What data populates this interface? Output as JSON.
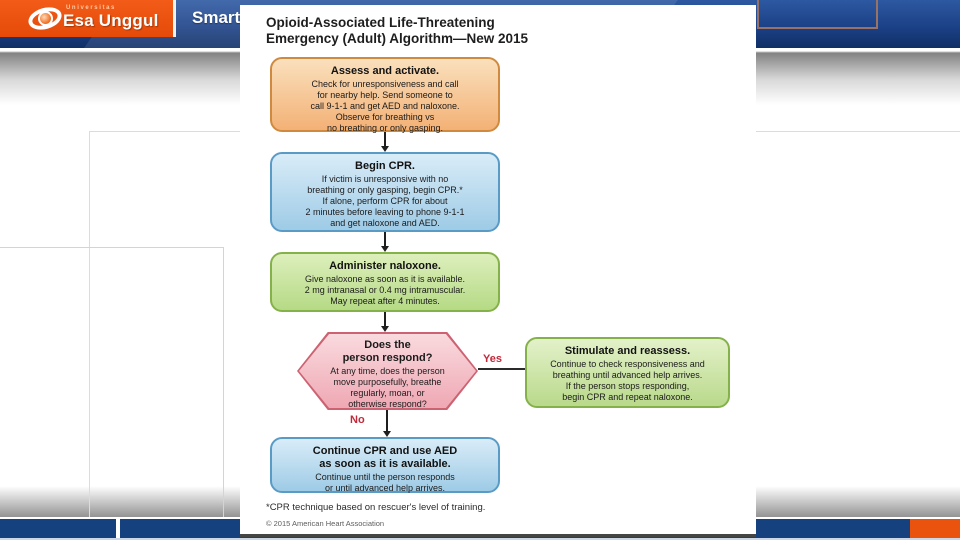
{
  "header": {
    "university_label": "Universitas",
    "brand": "Esa Unggul",
    "slogan_visible": "Smart,"
  },
  "algorithm": {
    "title": [
      "Opioid-Associated Life-Threatening",
      "Emergency (Adult) Algorithm—New 2015"
    ],
    "assess": {
      "title": "Assess and activate.",
      "body": [
        "Check for unresponsiveness and call",
        "for nearby help. Send someone to",
        "call 9-1-1 and get AED and naloxone.",
        "Observe for breathing vs",
        "no breathing or only gasping."
      ]
    },
    "begin_cpr": {
      "title": "Begin CPR.",
      "body": [
        "If victim is unresponsive with no",
        "breathing or only gasping, begin CPR.*",
        "If alone, perform CPR for about",
        "2 minutes before leaving to phone 9-1-1",
        "and get naloxone and AED."
      ]
    },
    "naloxone": {
      "title": "Administer naloxone.",
      "body": [
        "Give naloxone as soon as it is available.",
        "2 mg intranasal or 0.4 mg intramuscular.",
        "May repeat after 4 minutes."
      ]
    },
    "decision": {
      "title": [
        "Does the",
        "person respond?"
      ],
      "body": [
        "At any time, does the person",
        "move purposefully, breathe",
        "regularly, moan, or",
        "otherwise respond?"
      ]
    },
    "yes_label": "Yes",
    "no_label": "No",
    "stimulate": {
      "title": "Stimulate and reassess.",
      "body": [
        "Continue to check responsiveness and",
        "breathing until advanced help arrives.",
        "If the person stops responding,",
        "begin CPR and repeat naloxone."
      ]
    },
    "continue_cpr": {
      "title": [
        "Continue CPR and use AED",
        "as soon as it is available."
      ],
      "body": [
        "Continue until the person responds",
        "or until advanced help arrives."
      ]
    },
    "footnote": "*CPR technique based on rescuer's level of training.",
    "copyright": "© 2015 American Heart Association"
  },
  "colors": {
    "header_blue": "#1c4187",
    "accent_orange": "#e9530e",
    "footer_blue": "#15427f",
    "box_orange_fill": "#f3b176",
    "box_blue_fill": "#9ecbe6",
    "box_green_fill": "#b5da85",
    "box_pink_fill": "#efa8b4",
    "yes_no_red": "#c3293a"
  }
}
